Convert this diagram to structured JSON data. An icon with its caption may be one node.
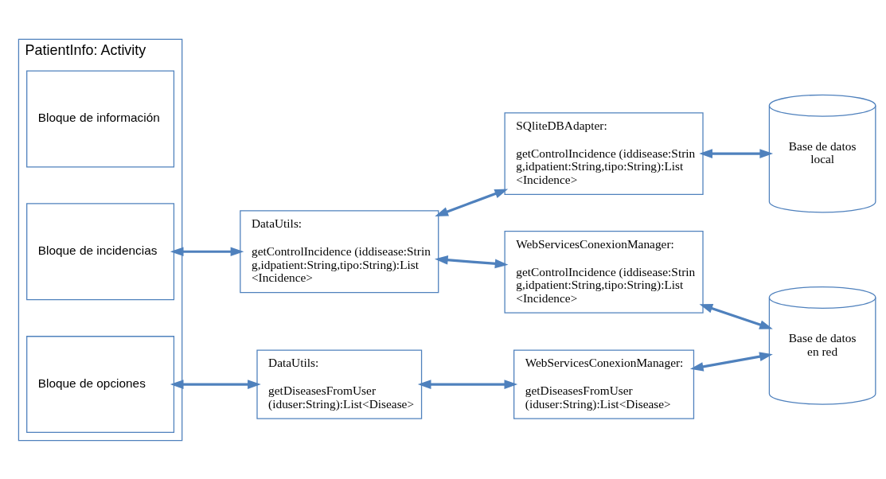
{
  "diagram": {
    "nodes": [
      {
        "text": [
          "PatientInfo: Activity"
        ]
      },
      {
        "text": [
          "Bloque de información"
        ],
        "in": 0
      },
      {
        "text": [
          "Bloque de incidencias"
        ],
        "in": 0
      },
      {
        "text": [
          "Bloque de opciones"
        ],
        "in": 0
      },
      {
        "text": [
          "DataUtils:",
          "getControlIncidence (iddisease:String,idpatient:String,tipo:String):List<Incidence>"
        ]
      },
      {
        "text": [
          "SQliteDBAdapter:",
          "getControlIncidence (iddisease:String,idpatient:String,tipo:String):List<Incidence>"
        ]
      },
      {
        "text": [
          "WebServicesConexionManager:",
          "getControlIncidence (iddisease:String,idpatient:String,tipo:String):List<Incidence>"
        ]
      },
      {
        "text": [
          "DataUtils:",
          "getDiseasesFromUser (iduser:String):List<Disease>"
        ]
      },
      {
        "text": [
          "WebServicesConexionManager:",
          "getDiseasesFromUser (iduser:String):List<Disease>"
        ]
      },
      {
        "text": [
          "Base de datos local"
        ]
      },
      {
        "text": [
          "Base de datos en red"
        ]
      }
    ],
    "edges": [
      {
        "from": 2,
        "to": 4,
        "arrow": "both"
      },
      {
        "from": 4,
        "to": 5,
        "arrow": "both"
      },
      {
        "from": 4,
        "to": 6,
        "arrow": "both"
      },
      {
        "from": 5,
        "to": 9,
        "arrow": "both"
      },
      {
        "from": 6,
        "to": 10,
        "arrow": "both"
      },
      {
        "from": 3,
        "to": 7,
        "arrow": "both"
      },
      {
        "from": 7,
        "to": 8,
        "arrow": "both"
      },
      {
        "from": 8,
        "to": 10,
        "arrow": "both"
      }
    ]
  }
}
